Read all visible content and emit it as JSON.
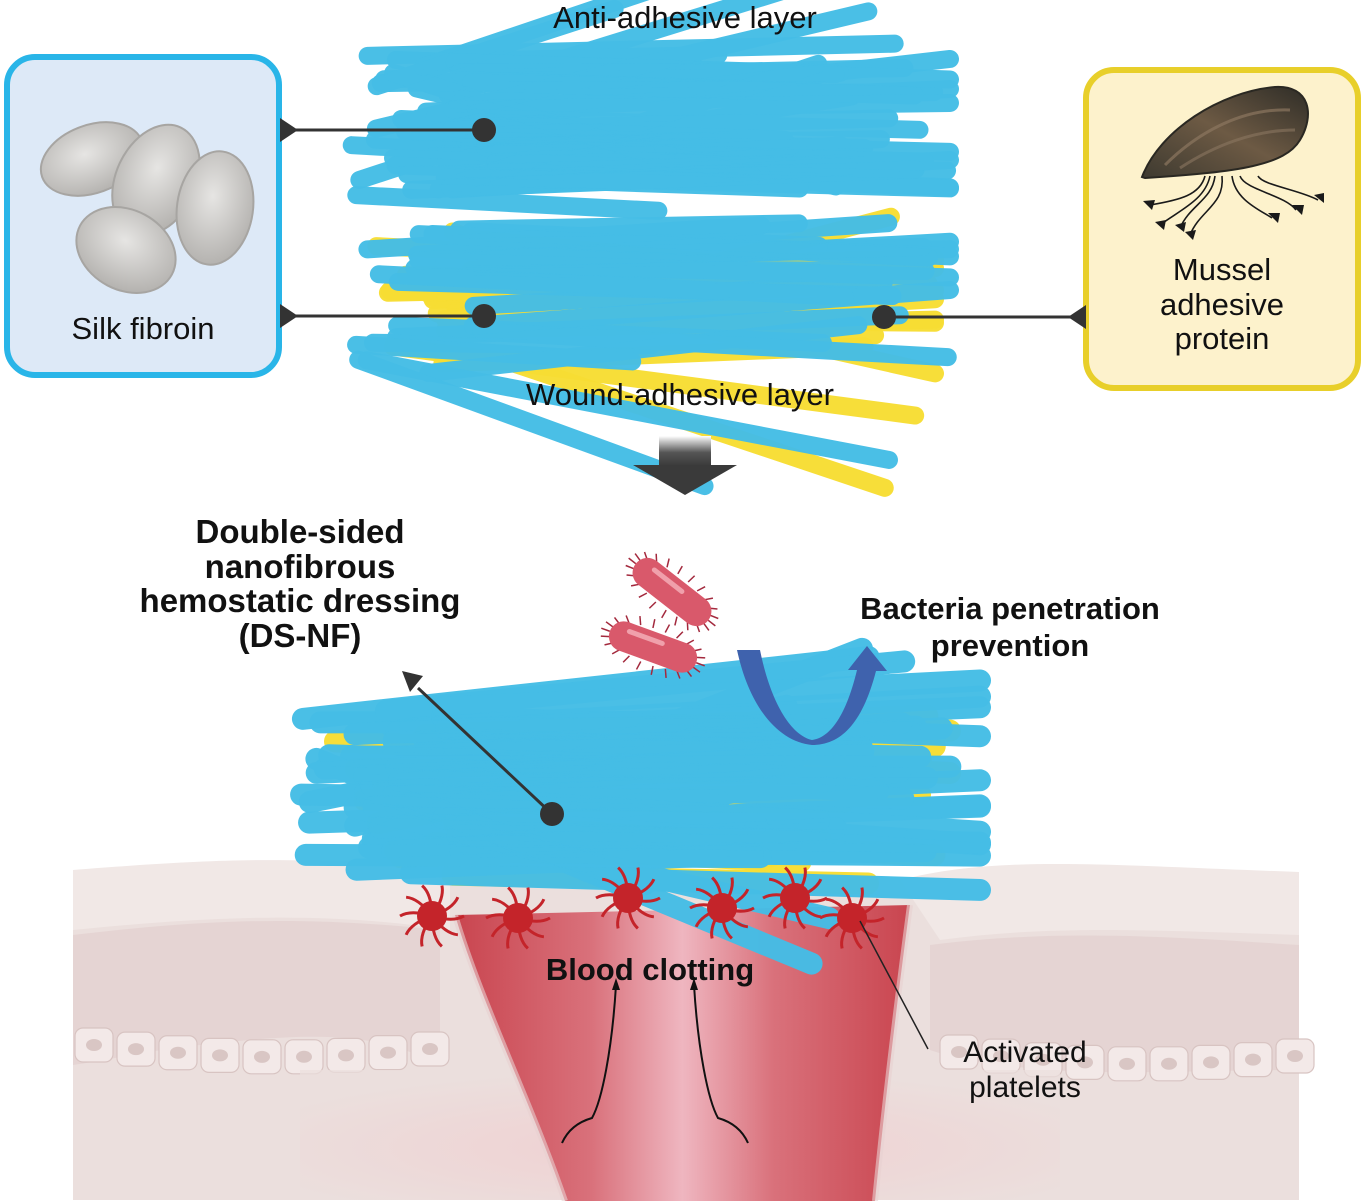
{
  "top_section": {
    "anti_adhesive_label": "Anti-adhesive layer",
    "wound_adhesive_label": "Wound-adhesive layer",
    "silk_box": {
      "label": "Silk fibroin",
      "icon": "silk-cocoons-icon",
      "border_color": "#29b5e8",
      "fill_color": "#dde9f7"
    },
    "mussel_box": {
      "label_lines": [
        "Mussel",
        "adhesive",
        "protein"
      ],
      "icon": "mussel-icon",
      "border_color": "#e8cf2a",
      "fill_color": "#fdf2cc"
    }
  },
  "transition_arrow": {
    "icon": "down-arrow-icon"
  },
  "bottom_section": {
    "dressing_label_lines": [
      "Double-sided",
      "nanofibrous",
      "hemostatic dressing",
      "(DS-NF)"
    ],
    "bacteria_label_lines": [
      "Bacteria penetration",
      "prevention"
    ],
    "blood_clotting_label": "Blood clotting",
    "platelets_label_lines": [
      "Activated",
      "platelets"
    ]
  },
  "colors": {
    "silk_fiber": "#45bde6",
    "adhesive_fiber": "#f7dd33",
    "deflect_arrow": "#3f62ad",
    "bacteria": "#d9596b",
    "platelet": "#c4242a",
    "blood": "#c9454f",
    "skin": "#eadcda",
    "pointer": "#333333"
  }
}
